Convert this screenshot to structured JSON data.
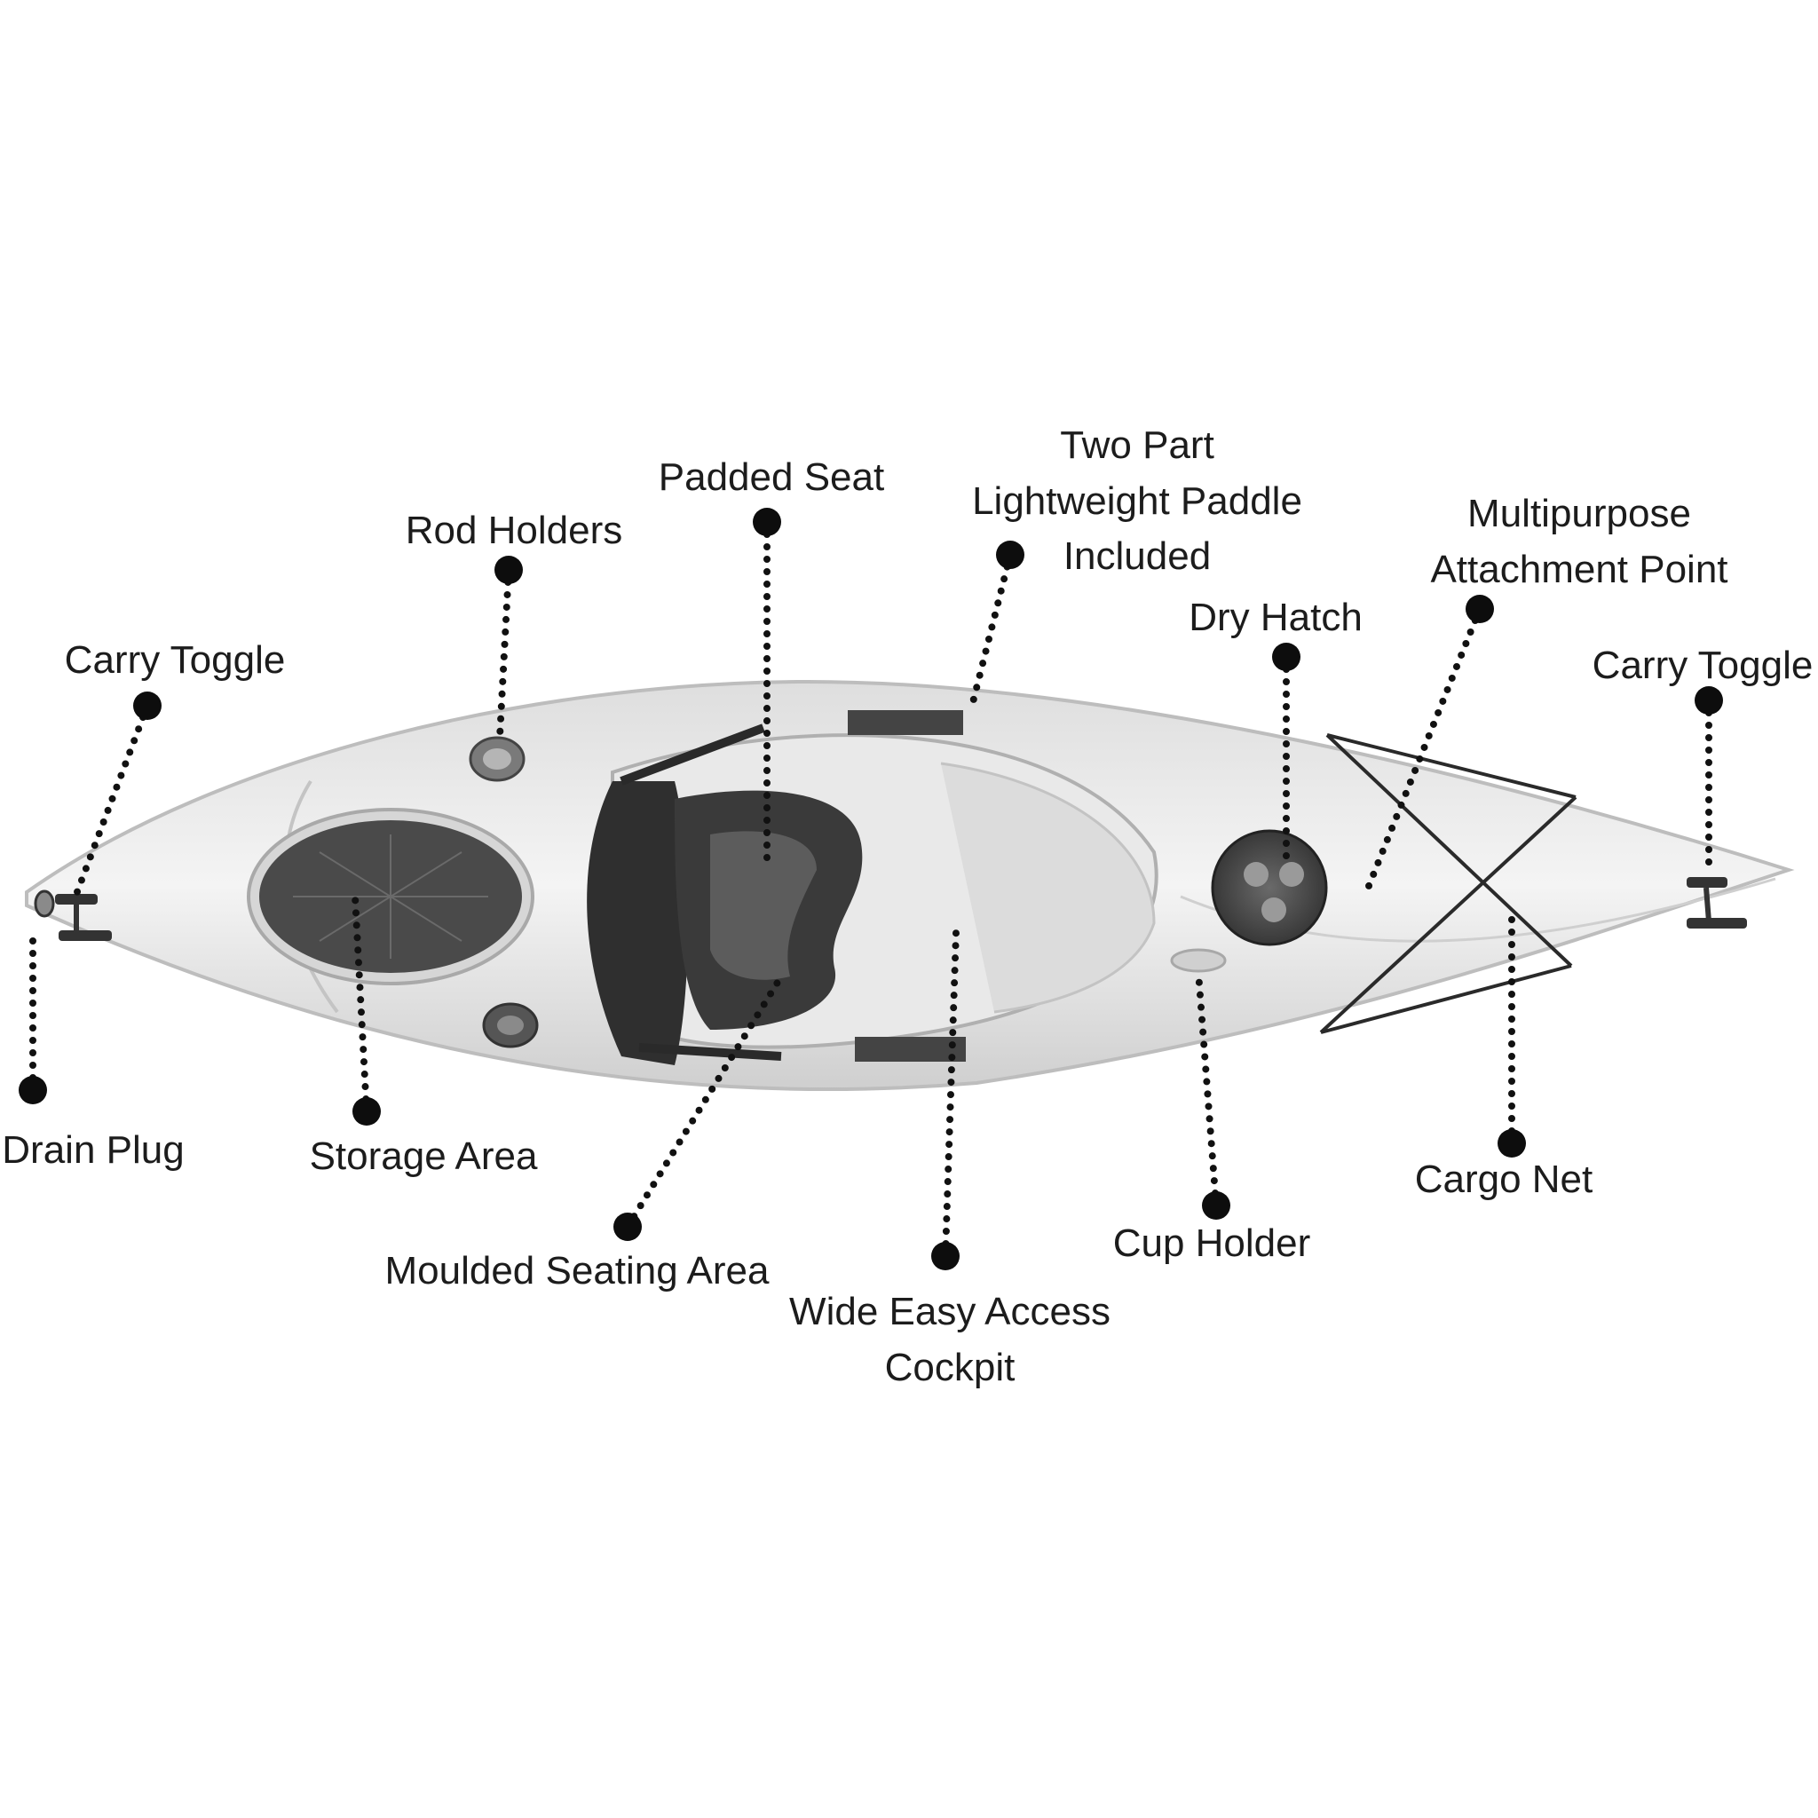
{
  "labels": {
    "carry_toggle_left": "Carry Toggle",
    "rod_holders": "Rod Holders",
    "padded_seat": "Padded Seat",
    "paddle_line1": "Two Part",
    "paddle_line2": "Lightweight Paddle",
    "paddle_line3": "Included",
    "dry_hatch": "Dry Hatch",
    "attach_line1": "Multipurpose",
    "attach_line2": "Attachment Point",
    "carry_toggle_right": "Carry Toggle",
    "drain_plug": "Drain Plug",
    "storage_area": "Storage Area",
    "moulded_seating": "Moulded Seating Area",
    "cockpit_line1": "Wide Easy Access",
    "cockpit_line2": "Cockpit",
    "cup_holder": "Cup Holder",
    "cargo_net": "Cargo Net"
  }
}
